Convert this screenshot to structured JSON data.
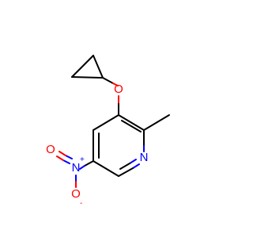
{
  "molecule": {
    "atoms": {
      "oxygen_ether": "O",
      "nitrogen_ring": "N",
      "nitrogen_nitro": "N",
      "nitro_plus": "+",
      "oxygen_nitro_double": "O",
      "oxygen_nitro_single": "O",
      "nitro_minus": "-"
    }
  },
  "colors": {
    "bond": "#000000",
    "oxygen": "#ff0000",
    "nitrogen": "#0000ff",
    "background": "#ffffff"
  }
}
